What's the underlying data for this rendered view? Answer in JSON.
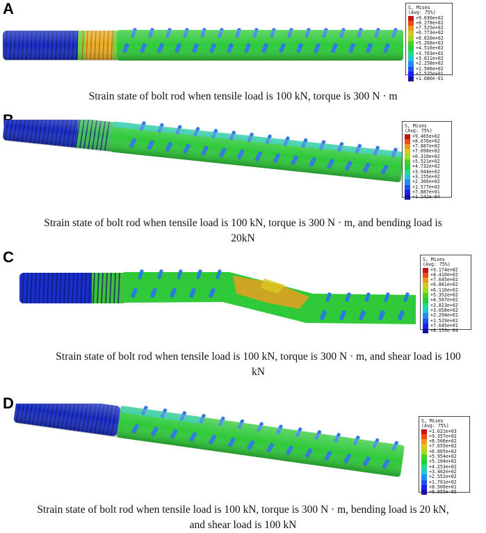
{
  "panels": [
    {
      "letter": "A",
      "caption_lines": [
        "Strain state of bolt rod when tensile load is 100 kN, torque is 300 N · m"
      ],
      "legend": {
        "title_1": "S, Mises",
        "title_2": "(Avg: 75%)",
        "values": [
          "+9.030e+02",
          "+8.278e+02",
          "+7.525e+02",
          "+6.773e+02",
          "+6.020e+02",
          "+5.268e+02",
          "+4.516e+02",
          "+3.763e+02",
          "+3.011e+02",
          "+2.258e+02",
          "+1.506e+02",
          "+7.535e+01",
          "+1.080e-01"
        ]
      }
    },
    {
      "letter": "B",
      "caption_lines": [
        "Strain state of bolt rod when tensile load is 100 kN, torque is 300 N · m, and bending load is",
        "20kN"
      ],
      "legend": {
        "title_1": "S, Mises",
        "title_2": "(Avg: 75%)",
        "values": [
          "+9.465e+02",
          "+8.676e+02",
          "+7.887e+02",
          "+7.098e+02",
          "+6.310e+02",
          "+5.521e+02",
          "+4.732e+02",
          "+3.944e+02",
          "+3.155e+02",
          "+2.366e+02",
          "+1.577e+02",
          "+7.887e+01",
          "+1.142e-04"
        ]
      }
    },
    {
      "letter": "C",
      "caption_lines": [
        "Strain state of bolt rod when tensile load is 100 kN, torque is 300 N · m, and shear load is 100",
        "kN"
      ],
      "legend": {
        "title_1": "S, Mises",
        "title_2": "(Avg: 75%)",
        "values": [
          "+9.174e+02",
          "+8.410e+02",
          "+7.645e+02",
          "+6.881e+02",
          "+6.116e+02",
          "+5.352e+02",
          "+4.587e+02",
          "+3.823e+02",
          "+3.058e+02",
          "+2.294e+02",
          "+1.529e+02",
          "+7.645e+01",
          "+8.159e-04"
        ]
      }
    },
    {
      "letter": "D",
      "caption_lines": [
        "Strain state of bolt rod when tensile load is 100 kN, torque is 300 N · m, bending load is 20 kN,",
        "and shear load is 100 kN"
      ],
      "legend": {
        "title_1": "S, Mises",
        "title_2": "(Avg: 75%)",
        "values": [
          "+1.021e+03",
          "+9.357e+02",
          "+8.506e+02",
          "+7.655e+02",
          "+6.805e+02",
          "+5.954e+02",
          "+5.104e+02",
          "+4.253e+02",
          "+3.402e+02",
          "+2.552e+02",
          "+1.701e+02",
          "+8.506e+01",
          "+8.055e-05"
        ]
      }
    }
  ],
  "legend_colors": [
    "#c81414",
    "#f04a14",
    "#f0961e",
    "#d7c81e",
    "#a0dc1e",
    "#4bd21e",
    "#1ed23c",
    "#1edc8c",
    "#1ec8d2",
    "#1e8cf0",
    "#1e50f0",
    "#1e1ef0",
    "#1414a0"
  ],
  "colors": {
    "thread_blue": "#1a2fc8",
    "body_green": "#2fc93a",
    "rib_blue": "#2a7adf",
    "high_stress": "#e8a020"
  }
}
